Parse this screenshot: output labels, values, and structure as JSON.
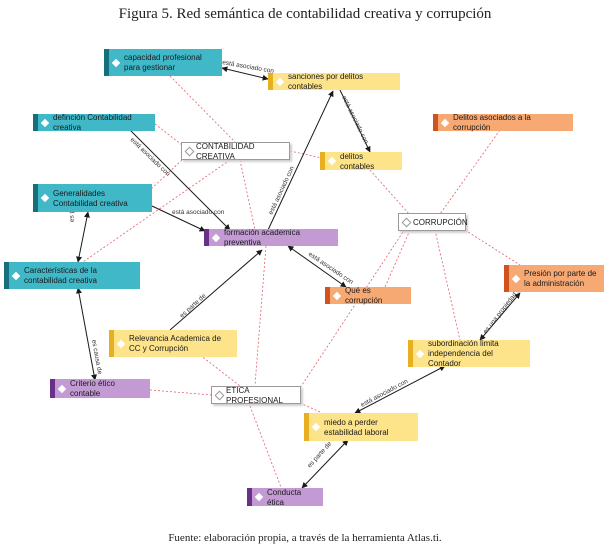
{
  "title": "Figura 5. Red semántica de contabilidad creativa y corrupción",
  "caption": "Fuente: elaboración propia, a través de la herramienta Atlas.ti.",
  "nodes": {
    "capacidad": "capacidad profesional para gestionar",
    "sanciones": "sanciones por delitos contables",
    "definicion": "definción Contabilidad creativa",
    "cc": "CONTABILIDAD CREATIVA",
    "delitos": "delitos contables",
    "delitos_corr": "Delitos asociados a la corrupción",
    "generalidades": "Generalidades Contabilidad creativa",
    "corrupcion": "CORRUPCIÓN",
    "formacion": "formación academica preventiva",
    "caracteristicas": "Características de la contabilidad creativa",
    "presion": "Presión por parte de la administración",
    "que_es": "Qué es corrupción",
    "relevancia": "Relevancia Academica de CC y Corrupción",
    "subordinacion": "subordinación limita independencia del Contador",
    "criterio": "Criterio ético contable",
    "etica": "ETICA PROFESIONAL",
    "miedo": "miedo a perder estabilidad laboral",
    "conducta": "Conducta ética"
  },
  "relations": {
    "r1": "está asociado con",
    "r2": "está asociado con",
    "r3": "está asociado con",
    "r4": "está asociado con",
    "r5": "está asociado con",
    "r6": "está asociado con",
    "r7": "es parte de",
    "r8": "es parte de",
    "r9": "es causa de",
    "r10": "es una propiedad de",
    "r11": "está asociado con",
    "r12": "es parte de"
  },
  "colors": {
    "teal": "#40b8c8",
    "yellow": "#fde38a",
    "orange": "#f7a974",
    "purple": "#c39ad4",
    "dashed_link": "#e0606a",
    "arrow": "#1a1a1a"
  }
}
